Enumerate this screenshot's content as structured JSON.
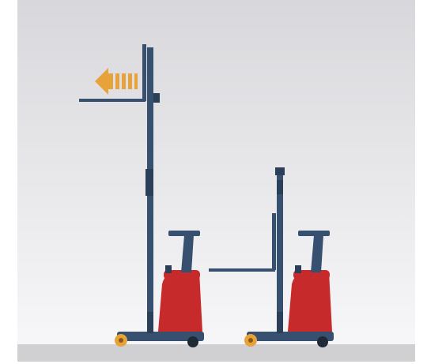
{
  "scene": {
    "description_free": true,
    "objects": [
      {
        "name": "forklift-extended",
        "mast": "raised",
        "forks": "raised",
        "motion_arrow": "left"
      },
      {
        "name": "forklift-lowered",
        "mast": "lowered",
        "forks": "lowered"
      }
    ]
  },
  "colors": {
    "background_top": "#d8d8dc",
    "background_bottom": "#f5f5f7",
    "floor": "#d0d0d2",
    "frame": "#37506f",
    "frame_dark": "#2b3f58",
    "body_red": "#c72a2a",
    "body_red_dark": "#a41f1f",
    "accent_orange": "#e8a23a",
    "wheel": "#1f2a37"
  },
  "icons": [
    "left-arrow-icon",
    "wheel-icon"
  ]
}
